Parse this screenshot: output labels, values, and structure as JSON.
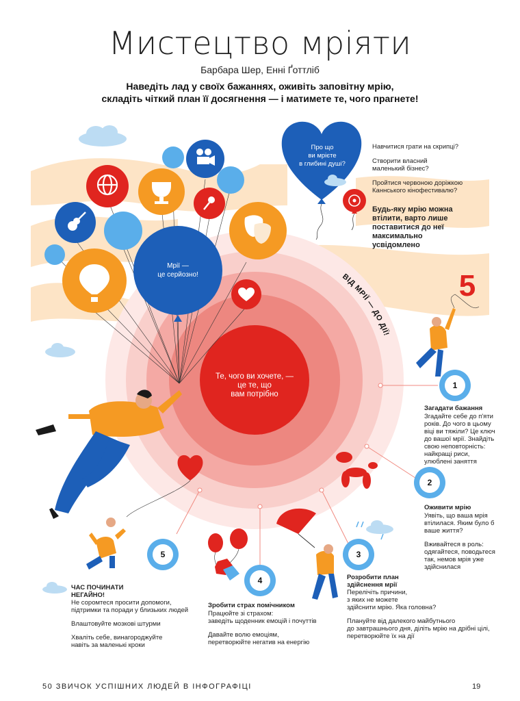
{
  "header": {
    "title": "Мистецтво мріяти",
    "authors": "Барбара Шер, Енні Ґоттліб",
    "subtitle_line1": "Наведіть лад у своїх бажаннях, оживіть заповітну мрію,",
    "subtitle_line2": "складіть чіткий план її досягнення — і матимете те, чого прагнете!"
  },
  "heart_balloon": {
    "line1": "Про що",
    "line2": "ви мрієте",
    "line3": "в глибині душі?"
  },
  "dream_examples": {
    "ex1": "Навчитися грати на скрипці?",
    "ex2_l1": "Створити власний",
    "ex2_l2": "маленький бізнес?",
    "ex3_l1": "Пройтися червоною доріжкою",
    "ex3_l2": "Каннського кінофестивалю?",
    "bold_l1": "Будь-яку мрію можна",
    "bold_l2": "втілити, варто лише",
    "bold_l3": "поставитися до неї",
    "bold_l4": "максимально",
    "bold_l5": "усвідомлено"
  },
  "big_balloon": {
    "line1": "Мрії —",
    "line2": "це серйозно!"
  },
  "center": {
    "line1": "Те, чого ви хочете, —",
    "line2": "це те, що",
    "line3": "вам потрібно"
  },
  "arc_text": "ВІД МРІЇ — ДО ДІЇ!",
  "big_five": "5",
  "steps": {
    "s1": {
      "num": "1",
      "title": "Загадати бажання",
      "l1": "Згадайте себе до п'яти",
      "l2": "років. До чого в цьому",
      "l3": "віці ви тяжіли? Це ключ",
      "l4": "до вашої мрії. Знайдіть",
      "l5": "свою неповторність:",
      "l6": "найкращі риси,",
      "l7": "улюблені заняття"
    },
    "s2": {
      "num": "2",
      "title": "Оживити мрію",
      "l1": "Уявіть, що ваша мрія",
      "l2": "втілилася. Яким було б",
      "l3": "ваше життя?",
      "l4": "Вживайтеся в роль:",
      "l5": "одягайтеся, поводьтеся",
      "l6": "так, немов мрія уже",
      "l7": "здійснилася"
    },
    "s3": {
      "num": "3",
      "title_l1": "Розробити план",
      "title_l2": "здійснення мрії",
      "l1": "Перелічіть причини,",
      "l2": "з яких не можете",
      "l3": "здійснити мрію. Яка головна?",
      "l4": "Плануйте від далекого майбутнього",
      "l5": "до завтрашнього дня, діліть мрію на дрібні цілі,",
      "l6": "перетворюйте їх на дії"
    },
    "s4": {
      "num": "4",
      "title": "Зробити страх помічником",
      "l1": "Працюйте зі страхом:",
      "l2": "заведіть щоденник емоцій і почуттів",
      "l3": "Давайте волю емоціям,",
      "l4": "перетворюйте негатив на енергію"
    },
    "s5": {
      "num": "5",
      "title_l1": "ЧАС ПОЧИНАТИ",
      "title_l2": "НЕГАЙНО!",
      "l1": "Не соромтеся просити допомоги,",
      "l2": "підтримки та поради у близьких людей",
      "l3": "Влаштовуйте мозкові штурми",
      "l4": "Хваліть себе, винагороджуйте",
      "l5": "навіть за маленькі кроки"
    }
  },
  "footer": {
    "left": "50 ЗВИЧОК УСПІШНИХ ЛЮДЕЙ В ІНФОГРАФІЦІ",
    "page": "19"
  },
  "colors": {
    "blue": "#1d5fb8",
    "light_blue": "#5aaeea",
    "orange": "#f59a23",
    "red": "#e0251f",
    "peach": "#fde4c6"
  }
}
